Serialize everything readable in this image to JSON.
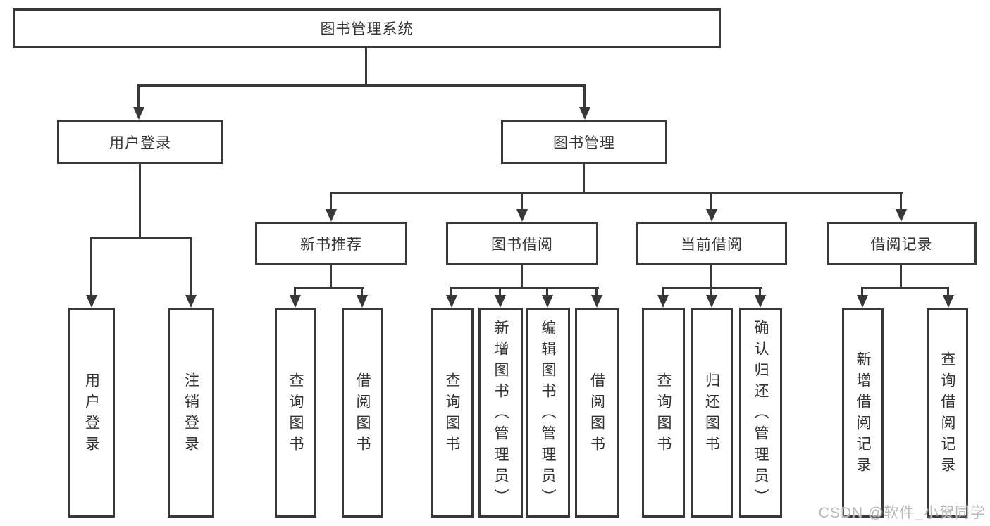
{
  "colors": {
    "line": "#383838",
    "text": "#333333",
    "background": "#ffffff",
    "watermark": "#b9b9b9"
  },
  "watermark": "CSDN @软件_小贺同学",
  "diagram": {
    "root": {
      "label": "图书管理系统"
    },
    "user_login": {
      "label": "用户登录",
      "children": {
        "login": {
          "label": "用户登录"
        },
        "logout": {
          "label": "注销登录"
        }
      }
    },
    "book_mgmt": {
      "label": "图书管理",
      "children": {
        "new_book_rec": {
          "label": "新书推荐",
          "children": {
            "query": {
              "label": "查询图书"
            },
            "borrow": {
              "label": "借阅图书"
            }
          }
        },
        "book_borrow": {
          "label": "图书借阅",
          "children": {
            "query": {
              "label": "查询图书"
            },
            "add": {
              "label": "新增图书（管理员）"
            },
            "edit": {
              "label": "编辑图书（管理员）"
            },
            "borrow": {
              "label": "借阅图书"
            }
          }
        },
        "current_borrow": {
          "label": "当前借阅",
          "children": {
            "query": {
              "label": "查询图书"
            },
            "return": {
              "label": "归还图书"
            },
            "confirm": {
              "label": "确认归还（管理员）"
            }
          }
        },
        "borrow_record": {
          "label": "借阅记录",
          "children": {
            "add": {
              "label": "新增借阅记录"
            },
            "query": {
              "label": "查询借阅记录"
            }
          }
        }
      }
    }
  }
}
